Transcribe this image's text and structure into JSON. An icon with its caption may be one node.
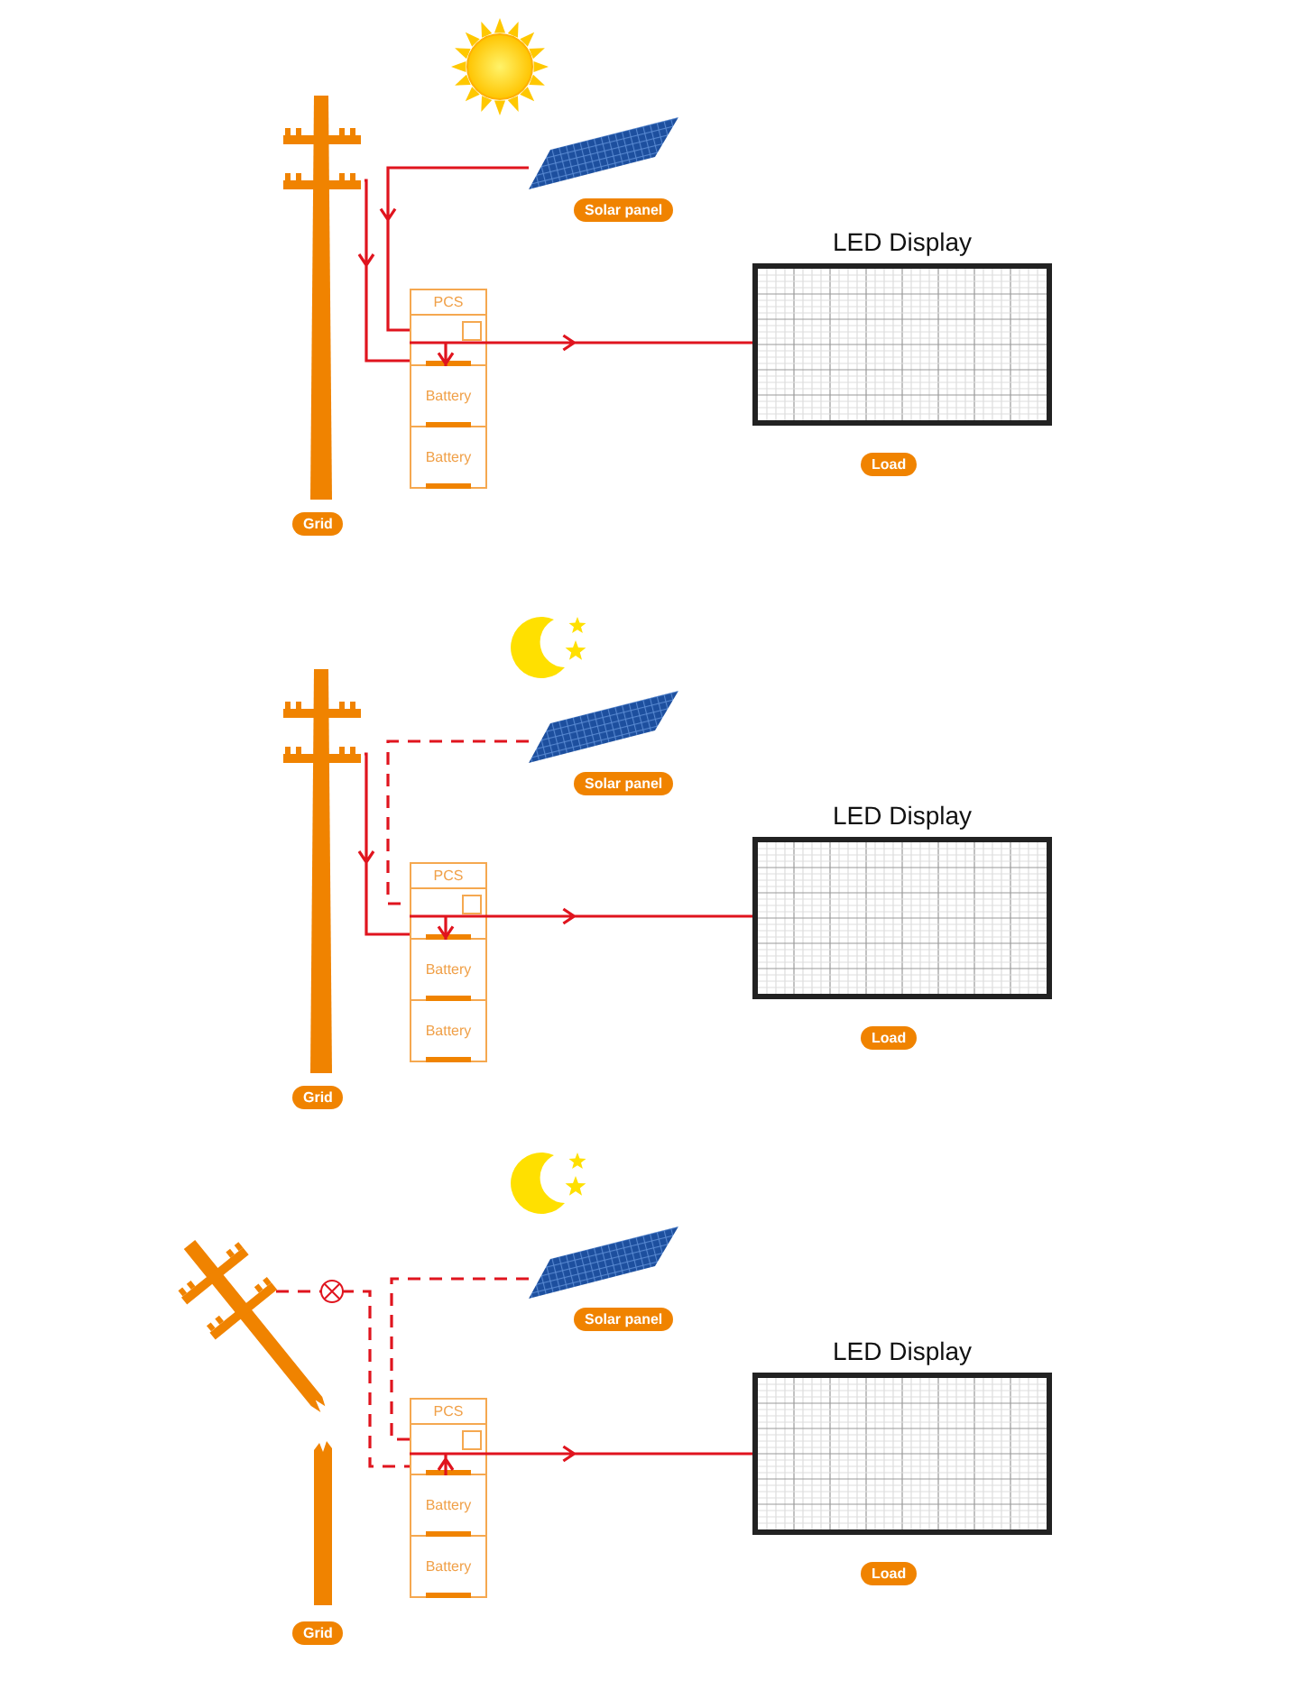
{
  "diagram": {
    "nodes": [
      {
        "text": [],
        "shape": "picture",
        "beside": [
          "Grid"
        ]
      },
      {
        "text": [],
        "shape": "picture",
        "beside": [
          "Solar panel"
        ]
      },
      {
        "text": [],
        "shape": "box"
      },
      {
        "text": [
          "PCS"
        ],
        "in": 2
      },
      {
        "text": [],
        "shape": "box",
        "in": 2
      },
      {
        "text": [
          "Battery"
        ],
        "in": 2
      },
      {
        "text": [
          "Battery"
        ],
        "in": 2
      },
      {
        "text": [
          "LED Display"
        ],
        "beside": [
          "Load"
        ]
      },
      {
        "text": [],
        "shape": "picture",
        "beside": [
          "Grid"
        ]
      },
      {
        "text": [],
        "shape": "picture",
        "beside": [
          "Solar panel"
        ]
      },
      {
        "text": [],
        "shape": "box"
      },
      {
        "text": [
          "PCS"
        ],
        "in": 10
      },
      {
        "text": [],
        "shape": "box",
        "in": 10
      },
      {
        "text": [
          "Battery"
        ],
        "in": 10
      },
      {
        "text": [
          "Battery"
        ],
        "in": 10
      },
      {
        "text": [
          "LED Display"
        ],
        "beside": [
          "Load"
        ]
      },
      {
        "text": [],
        "shape": "picture",
        "beside": [
          "Grid"
        ]
      },
      {
        "text": [],
        "shape": "picture",
        "beside": [
          "Solar panel"
        ]
      },
      {
        "text": [],
        "shape": "box"
      },
      {
        "text": [
          "PCS"
        ],
        "in": 18
      },
      {
        "text": [],
        "shape": "box",
        "in": 18
      },
      {
        "text": [
          "Battery"
        ],
        "in": 18
      },
      {
        "text": [
          "Battery"
        ],
        "in": 18
      },
      {
        "text": [
          "LED Display"
        ],
        "beside": [
          "Load"
        ]
      }
    ],
    "edges": [
      {
        "from": 0,
        "to": 4,
        "arrow": "to"
      },
      {
        "from": 1,
        "to": 4,
        "arrow": "to"
      },
      {
        "from": 4,
        "to": 5,
        "arrow": "to"
      },
      {
        "from": 4,
        "to": 7,
        "arrow": "to"
      },
      {
        "from": 8,
        "to": 12,
        "arrow": "to"
      },
      {
        "from": 9,
        "to": 12,
        "arrow": "none",
        "style": "dashed"
      },
      {
        "from": 12,
        "to": 13,
        "arrow": "to"
      },
      {
        "from": 12,
        "to": 15,
        "arrow": "to"
      },
      {
        "from": 16,
        "to": 20,
        "arrow": "none",
        "style": "dashed"
      },
      {
        "from": 17,
        "to": 20,
        "arrow": "none",
        "style": "dashed"
      },
      {
        "from": 21,
        "to": 20,
        "arrow": "to"
      },
      {
        "from": 20,
        "to": 23,
        "arrow": "to"
      }
    ]
  }
}
